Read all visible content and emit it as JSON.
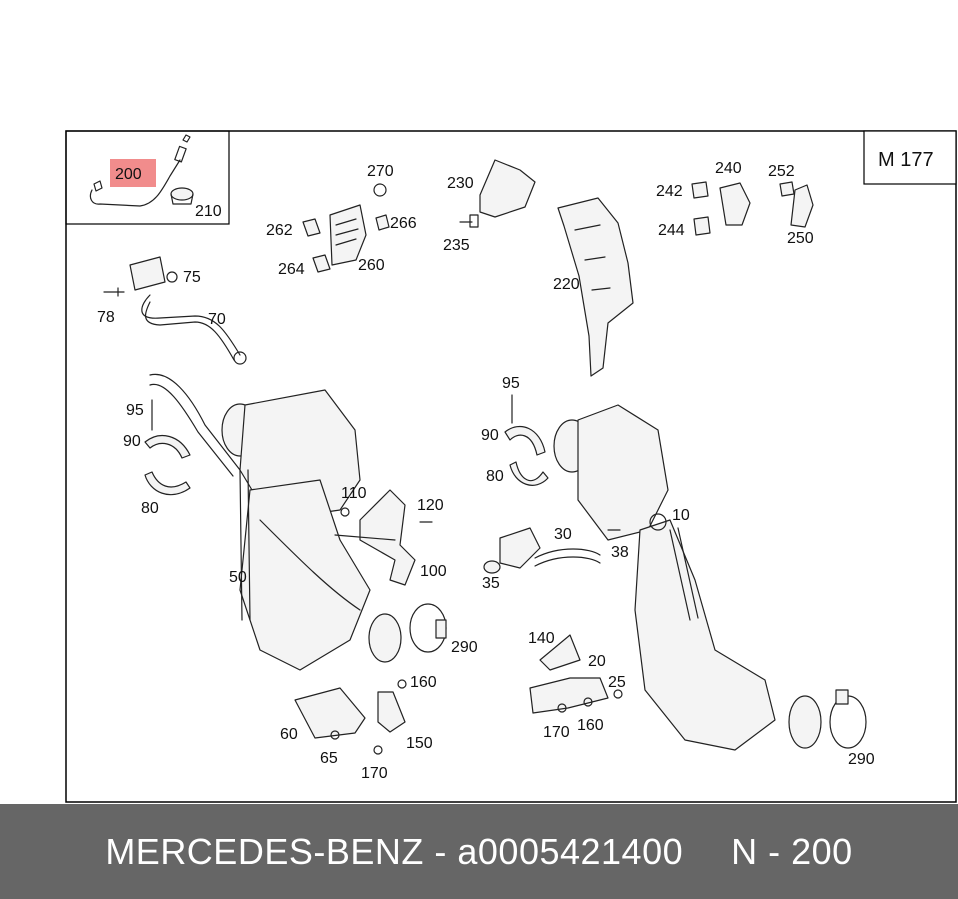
{
  "diagram": {
    "model_code": "M 177",
    "highlight_color": "#f08080",
    "highlighted_label": "200",
    "labels": [
      {
        "id": "p200",
        "text": "200"
      },
      {
        "id": "p210",
        "text": "210"
      },
      {
        "id": "p270",
        "text": "270"
      },
      {
        "id": "p262",
        "text": "262"
      },
      {
        "id": "p266",
        "text": "266"
      },
      {
        "id": "p264",
        "text": "264"
      },
      {
        "id": "p260",
        "text": "260"
      },
      {
        "id": "p230",
        "text": "230"
      },
      {
        "id": "p235",
        "text": "235"
      },
      {
        "id": "p220",
        "text": "220"
      },
      {
        "id": "p240",
        "text": "240"
      },
      {
        "id": "p242",
        "text": "242"
      },
      {
        "id": "p244",
        "text": "244"
      },
      {
        "id": "p252",
        "text": "252"
      },
      {
        "id": "p250",
        "text": "250"
      },
      {
        "id": "p75",
        "text": "75"
      },
      {
        "id": "p78",
        "text": "78"
      },
      {
        "id": "p70",
        "text": "70"
      },
      {
        "id": "p95a",
        "text": "95"
      },
      {
        "id": "p90a",
        "text": "90"
      },
      {
        "id": "p80a",
        "text": "80"
      },
      {
        "id": "p110",
        "text": "110"
      },
      {
        "id": "p120",
        "text": "120"
      },
      {
        "id": "p100",
        "text": "100"
      },
      {
        "id": "p50",
        "text": "50"
      },
      {
        "id": "p290a",
        "text": "290"
      },
      {
        "id": "p160a",
        "text": "160"
      },
      {
        "id": "p150",
        "text": "150"
      },
      {
        "id": "p60",
        "text": "60"
      },
      {
        "id": "p65",
        "text": "65"
      },
      {
        "id": "p170a",
        "text": "170"
      },
      {
        "id": "p95b",
        "text": "95"
      },
      {
        "id": "p90b",
        "text": "90"
      },
      {
        "id": "p80b",
        "text": "80"
      },
      {
        "id": "p10",
        "text": "10"
      },
      {
        "id": "p30",
        "text": "30"
      },
      {
        "id": "p38",
        "text": "38"
      },
      {
        "id": "p35",
        "text": "35"
      },
      {
        "id": "p140",
        "text": "140"
      },
      {
        "id": "p20",
        "text": "20"
      },
      {
        "id": "p25",
        "text": "25"
      },
      {
        "id": "p170b",
        "text": "170"
      },
      {
        "id": "p160b",
        "text": "160"
      },
      {
        "id": "p290b",
        "text": "290"
      }
    ]
  },
  "footer": {
    "brand": "MERCEDES-BENZ",
    "separator": "-",
    "part_number": "a0005421400",
    "position_text": "N - 200"
  }
}
